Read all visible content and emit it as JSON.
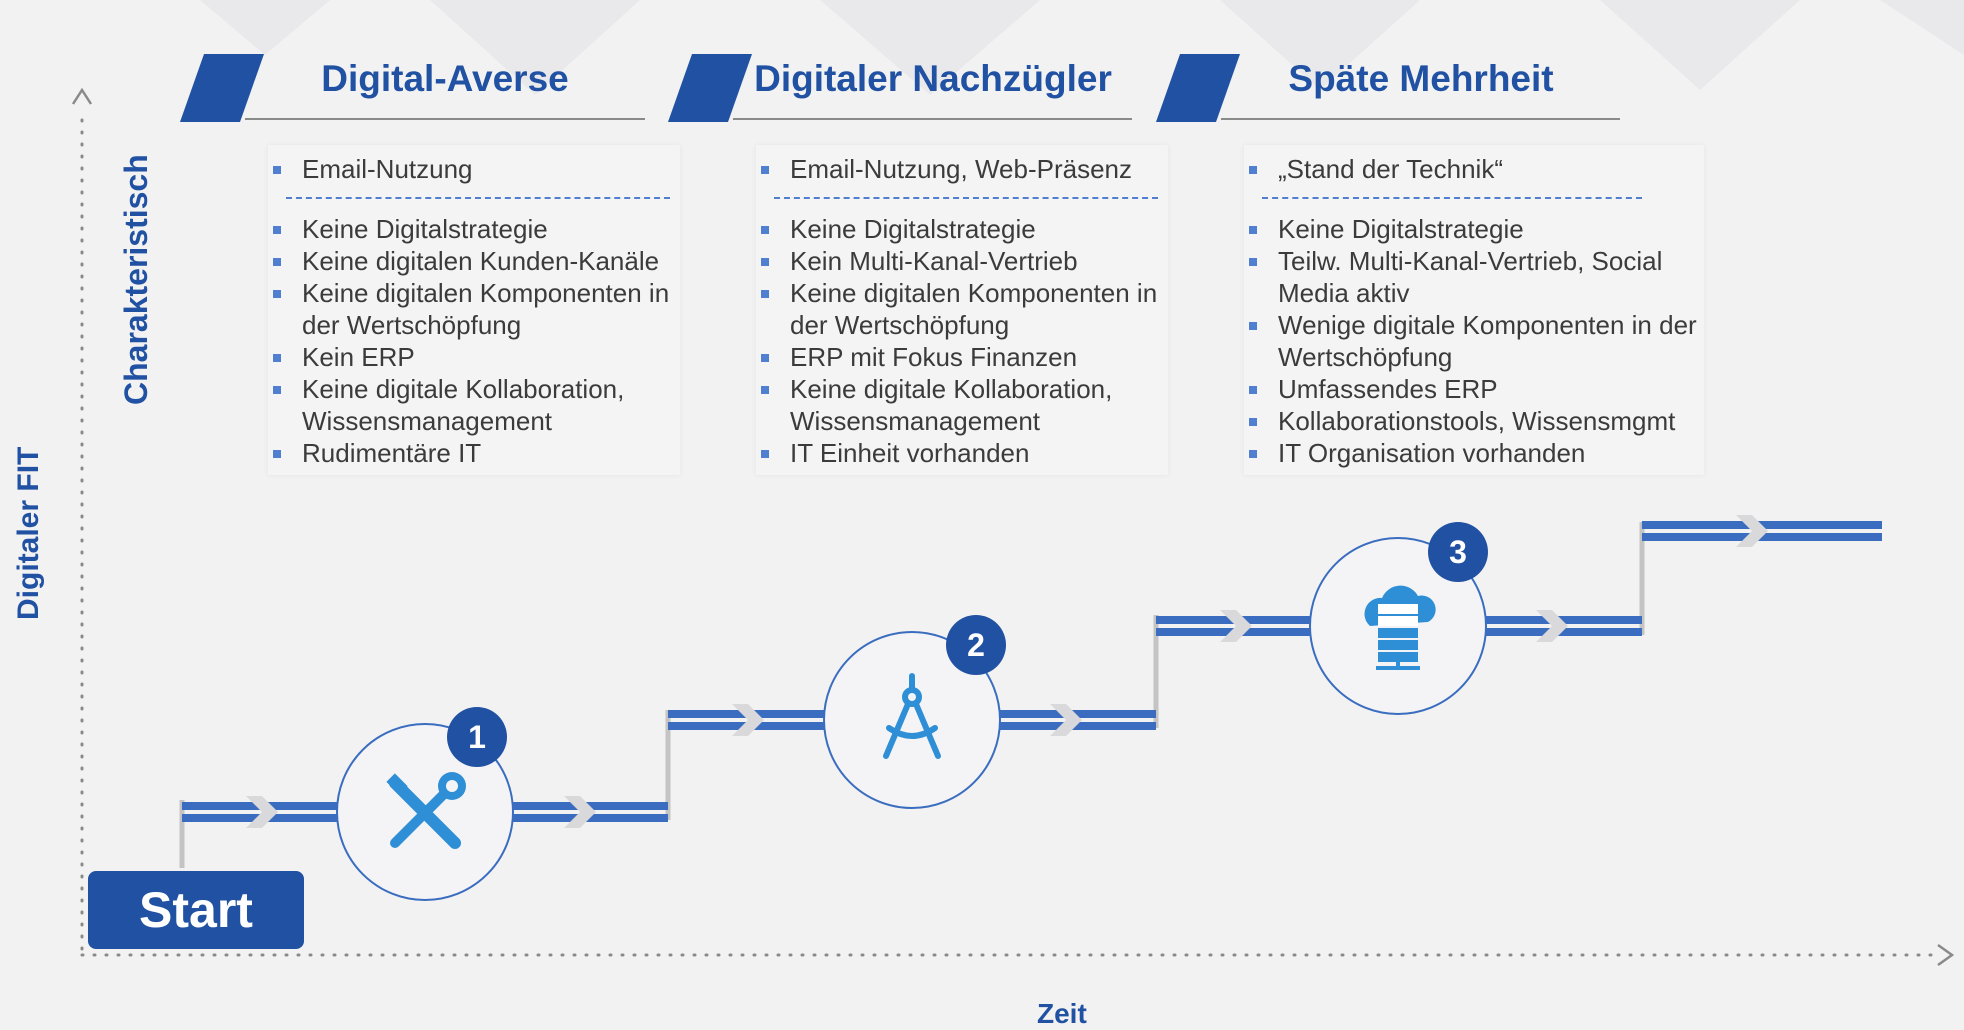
{
  "stages": [
    {
      "title": "Digital-Averse",
      "first": "Email-Nutzung",
      "items": [
        "Keine Digitalstrategie",
        "Keine digitalen Kunden-Kanäle",
        "Keine digitalen Komponenten in der Wertschöpfung",
        "Kein ERP",
        "Keine digitale Kollaboration, Wissensmanagement",
        "Rudimentäre IT"
      ],
      "badge": "1",
      "icon": "tools-icon"
    },
    {
      "title": "Digitaler Nachzügler",
      "first": "Email-Nutzung, Web-Präsenz",
      "items": [
        "Keine Digitalstrategie",
        "Kein Multi-Kanal-Vertrieb",
        "Keine digitalen Komponenten in der Wertschöpfung",
        "ERP mit Fokus Finanzen",
        "Keine digitale Kollaboration, Wissensmanagement",
        "IT Einheit vorhanden"
      ],
      "badge": "2",
      "icon": "compass-icon"
    },
    {
      "title": "Späte Mehrheit",
      "first": "„Stand der Technik“",
      "items": [
        "Keine Digitalstrategie",
        "Teilw. Multi-Kanal-Vertrieb, Social Media aktiv",
        "Wenige digitale Komponenten in der Wertschöpfung",
        "Umfassendes ERP",
        "Kollaborationstools, Wissensmgmt",
        "IT Organisation vorhanden"
      ],
      "badge": "3",
      "icon": "cloud-server-icon"
    }
  ],
  "axes": {
    "y_label": "Digitaler FIT",
    "y_sub_label": "Charakteristisch",
    "x_label": "Zeit"
  },
  "start_label": "Start",
  "colors": {
    "brand": "#2151a2",
    "accent": "#4f7fce",
    "line": "#3a6dbf",
    "background": "#f2f2f3"
  }
}
